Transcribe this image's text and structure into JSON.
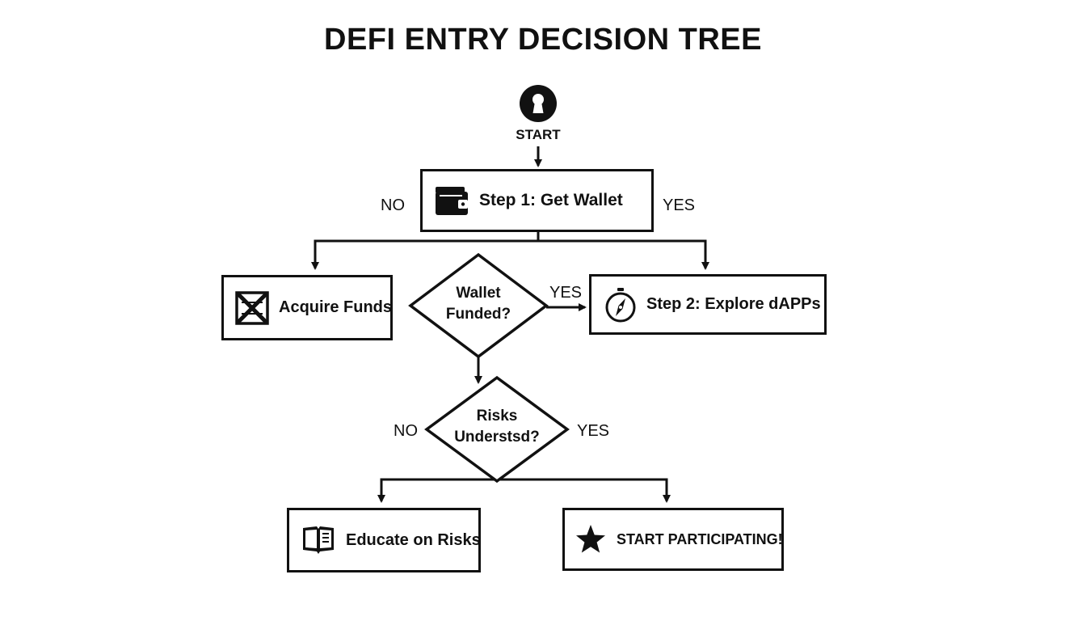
{
  "title": "DEFI ENTRY DECISION TREE",
  "start": {
    "label": "START",
    "icon": "keyhole-icon"
  },
  "nodes": {
    "get_wallet": {
      "label": "Step 1: Get Wallet",
      "icon": "wallet-icon"
    },
    "acquire_funds": {
      "label": "Acquire Funds",
      "icon": "crossed-box-icon"
    },
    "wallet_funded": {
      "line1": "Wallet",
      "line2": "Funded?"
    },
    "explore_dapps": {
      "label": "Step 2: Explore dAPPs",
      "icon": "compass-icon"
    },
    "risks_understood": {
      "line1": "Risks",
      "line2": "Understsd?"
    },
    "educate": {
      "label": "Educate on Risks",
      "icon": "book-icon"
    },
    "participate": {
      "label": "START PARTICIPATING!",
      "icon": "star-icon"
    }
  },
  "edge_labels": {
    "wallet_no": "NO",
    "wallet_yes": "YES",
    "funded_yes": "YES",
    "risks_no": "NO",
    "risks_yes": "YES"
  }
}
